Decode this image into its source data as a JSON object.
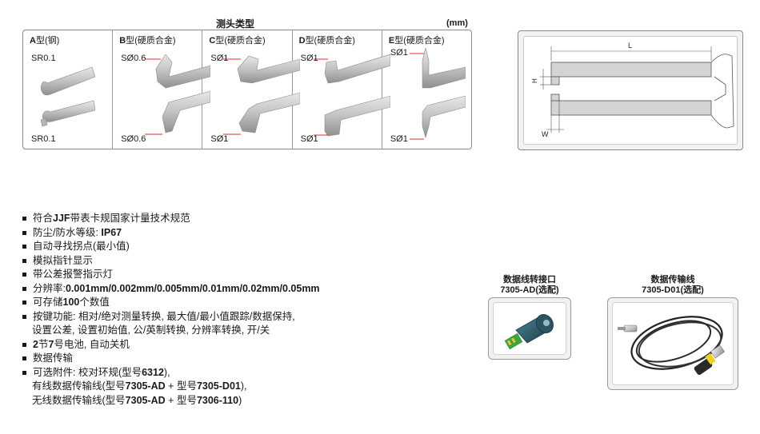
{
  "tips": {
    "title": "测头类型",
    "unit": "(mm)",
    "types": [
      {
        "code": "A",
        "suffix": "型(钢)",
        "top_label": "SR0.1",
        "bottom_label": "SR0.1"
      },
      {
        "code": "B",
        "suffix": "型(硬质合金)",
        "top_label": "SØ0.6",
        "bottom_label": "SØ0.6"
      },
      {
        "code": "C",
        "suffix": "型(硬质合金)",
        "top_label": "SØ1",
        "bottom_label": "SØ1"
      },
      {
        "code": "D",
        "suffix": "型(硬质合金)",
        "top_label": "SØ1",
        "bottom_label": "SØ1"
      },
      {
        "code": "E",
        "suffix": "型(硬质合金)",
        "top_label": "SØ1",
        "bottom_label": "SØ1"
      }
    ]
  },
  "diagram": {
    "label_L": "L",
    "label_H": "H",
    "label_W": "W"
  },
  "features": {
    "f1": {
      "a": "符合",
      "b": "JJF",
      "c": "带表卡规国家计量技术规范"
    },
    "f2": {
      "a": "防尘/防水等级: ",
      "b": "IP67"
    },
    "f3": {
      "a": "自动寻找拐点(最小值)"
    },
    "f4": {
      "a": "模拟指针显示"
    },
    "f5": {
      "a": "带公差报警指示灯"
    },
    "f6": {
      "a": "分辨率:",
      "b": "0.001mm/0.002mm/0.005mm/0.01mm/0.02mm/0.05mm"
    },
    "f7": {
      "a": "可存储",
      "b": "100",
      "c": "个数值"
    },
    "f8": {
      "a": "按键功能: 相对/绝对测量转换, 最大值/最小值跟踪/数据保持,"
    },
    "f8b": {
      "a": "设置公差, 设置初始值, 公/英制转换, 分辨率转换, 开/关"
    },
    "f9": {
      "a": "2",
      "b": "节",
      "c": "7",
      "d": "号电池, 自动关机"
    },
    "f10": {
      "a": "数据传输"
    },
    "f11": {
      "a": "可选附件: 校对环规(型号",
      "b": "6312",
      "c": "),"
    },
    "f11b": {
      "a": "有线数据传输线(型号",
      "b": "7305-AD",
      "c": " + 型号",
      "d": "7305-D01",
      "e": "),"
    },
    "f11c": {
      "a": "无线数据传输线(型号",
      "b": "7305-AD",
      "c": " + 型号",
      "d": "7306-110",
      "e": ")"
    }
  },
  "accessories": [
    {
      "name": "数据线转接口",
      "model": "7305-AD(选配)",
      "icon": "adapter-icon"
    },
    {
      "name": "数据传输线",
      "model": "7305-D01(选配)",
      "icon": "usb-cable-icon"
    }
  ],
  "colors": {
    "metal": "#c9c9c9",
    "metal_dark": "#8c8c8c",
    "callout_red": "#e03030",
    "adapter_body": "#2f5e6e",
    "pcb_green": "#3aa83a"
  }
}
